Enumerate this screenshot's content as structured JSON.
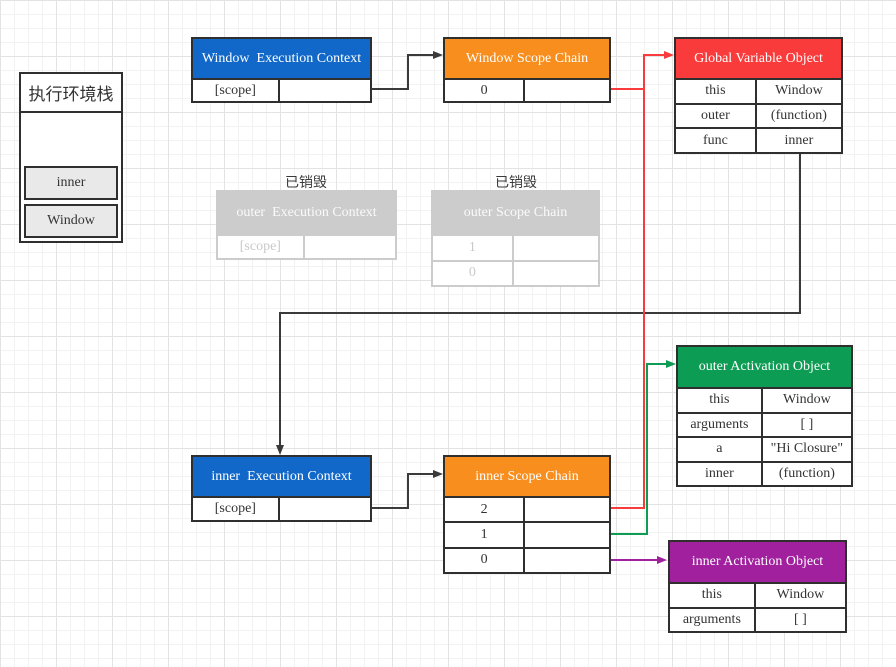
{
  "colors": {
    "blue": "#1168c8",
    "orange": "#f78e1d",
    "red": "#fa3b3b",
    "green": "#0d9c53",
    "purple": "#a0209e",
    "destroyed_gray": "#cccccc",
    "connector_dark": "#3a3a3a"
  },
  "stack": {
    "title": "执行环境栈",
    "items": [
      {
        "label": "inner"
      },
      {
        "label": "Window"
      }
    ]
  },
  "destroyed_labels": {
    "outer_ec": "已销毁",
    "outer_sc": "已销毁"
  },
  "boxes": {
    "window_ec": {
      "title": "Window  Execution Context",
      "rows": [
        [
          "[scope]",
          ""
        ]
      ]
    },
    "window_sc": {
      "title": "Window Scope Chain",
      "rows": [
        [
          "0",
          ""
        ]
      ]
    },
    "gvo": {
      "title": "Global Variable Object",
      "rows": [
        [
          "this",
          "Window"
        ],
        [
          "outer",
          "(function)"
        ],
        [
          "func",
          "inner"
        ]
      ]
    },
    "outer_ec": {
      "title": "outer  Execution Context",
      "rows": [
        [
          "[scope]",
          ""
        ]
      ]
    },
    "outer_sc": {
      "title": "outer Scope Chain",
      "rows": [
        [
          "1",
          ""
        ],
        [
          "0",
          ""
        ]
      ]
    },
    "inner_ec": {
      "title": "inner  Execution Context",
      "rows": [
        [
          "[scope]",
          ""
        ]
      ]
    },
    "inner_sc": {
      "title": "inner Scope Chain",
      "rows": [
        [
          "2",
          ""
        ],
        [
          "1",
          ""
        ],
        [
          "0",
          ""
        ]
      ]
    },
    "outer_ao": {
      "title": "outer Activation Object",
      "rows": [
        [
          "this",
          "Window"
        ],
        [
          "arguments",
          "[ ]"
        ],
        [
          "a",
          "\"Hi Closure\""
        ],
        [
          "inner",
          "(function)"
        ]
      ]
    },
    "inner_ao": {
      "title": "inner Activation Object",
      "rows": [
        [
          "this",
          "Window"
        ],
        [
          "arguments",
          "[ ]"
        ]
      ]
    }
  }
}
